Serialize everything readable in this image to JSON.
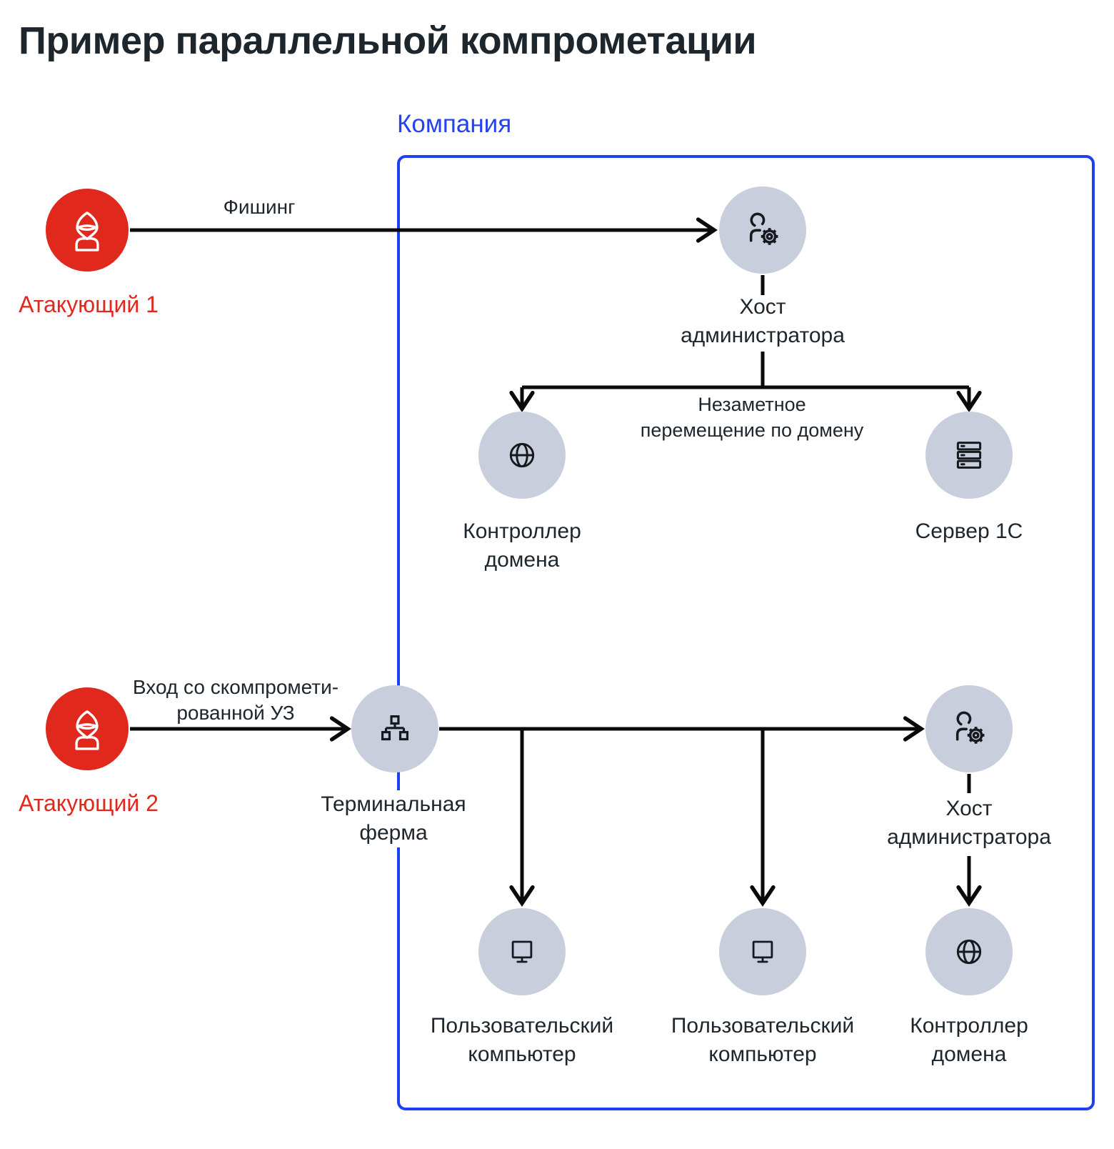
{
  "title": "Пример параллельной компрометации",
  "company": {
    "label": "Компания"
  },
  "attackers": [
    {
      "label": "Атакующий 1"
    },
    {
      "label": "Атакующий 2"
    }
  ],
  "nodes": {
    "admin_host_top": {
      "label": "Хост администратора"
    },
    "domain_controller_top": {
      "label": "Контроллер домена"
    },
    "server_1c": {
      "label": "Сервер 1С"
    },
    "terminal_farm": {
      "label": "Терминальная ферма"
    },
    "user_computer_1": {
      "label": "Пользовательский компьютер"
    },
    "user_computer_2": {
      "label": "Пользовательский компьютер"
    },
    "admin_host_bottom": {
      "label": "Хост администратора"
    },
    "domain_controller_bottom": {
      "label": "Контроллер домена"
    }
  },
  "edge_labels": {
    "phishing": "Фишинг",
    "lateral_movement": [
      "Незаметное",
      "перемещение по домену"
    ],
    "compromised_account": [
      "Вход со скомпромети-",
      "рованной УЗ"
    ]
  },
  "connections": [
    {
      "from": "Атакующий 1",
      "to": "Хост администратора (верхний)",
      "label": "Фишинг"
    },
    {
      "from": "Хост администратора (верхний)",
      "to": "Контроллер домена (верхний)",
      "label": "Незаметное перемещение по домену"
    },
    {
      "from": "Хост администратора (верхний)",
      "to": "Сервер 1С",
      "label": "Незаметное перемещение по домену"
    },
    {
      "from": "Атакующий 2",
      "to": "Терминальная ферма",
      "label": "Вход со скомпрометированной УЗ"
    },
    {
      "from": "Терминальная ферма",
      "to": "Пользовательский компьютер 1",
      "label": ""
    },
    {
      "from": "Терминальная ферма",
      "to": "Пользовательский компьютер 2",
      "label": ""
    },
    {
      "from": "Терминальная ферма",
      "to": "Хост администратора (нижний)",
      "label": ""
    },
    {
      "from": "Хост администратора (нижний)",
      "to": "Контроллер домена (нижний)",
      "label": ""
    }
  ],
  "icons": {
    "attacker": "hacker-icon",
    "admin_host": "user-gear-icon",
    "domain_controller": "globe-icon",
    "server_1c": "server-stack-icon",
    "terminal_farm": "sitemap-icon",
    "user_computer": "monitor-icon"
  },
  "colors": {
    "attacker_red": "#E0281D",
    "company_blue": "#1B41F0",
    "node_fill_gray": "#C9CEDD",
    "icon_stroke": "#16191D",
    "text_dark": "#1D252D",
    "line_black": "#0A0A0A",
    "background": "#FFFFFF"
  }
}
